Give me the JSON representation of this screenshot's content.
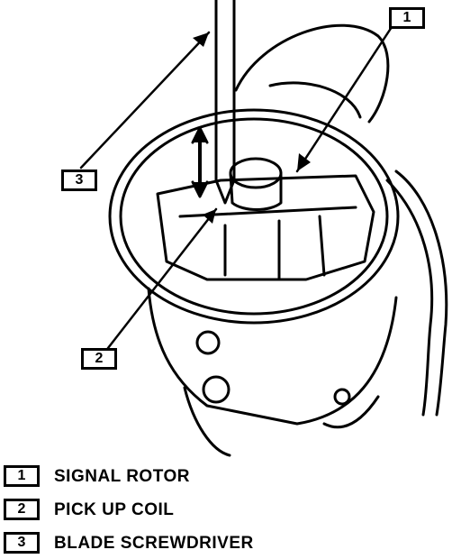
{
  "callouts": [
    {
      "number": "1",
      "label": "SIGNAL ROTOR"
    },
    {
      "number": "2",
      "label": "PICK UP COIL"
    },
    {
      "number": "3",
      "label": "BLADE SCREWDRIVER"
    }
  ]
}
